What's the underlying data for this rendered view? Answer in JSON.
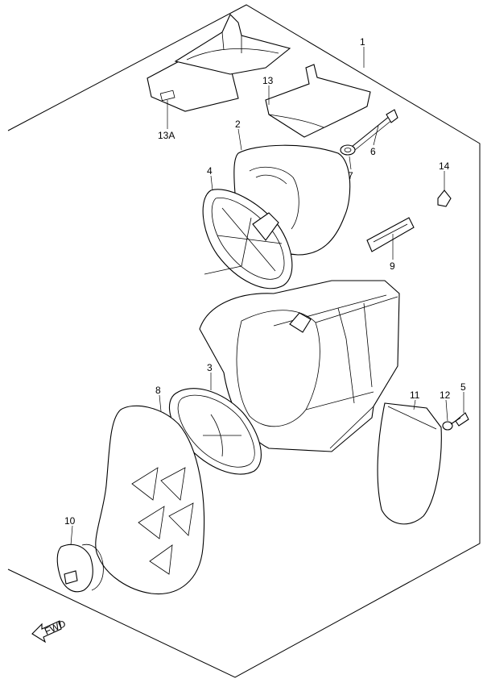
{
  "parts": [
    {
      "id": "label-13a",
      "text": "13A"
    },
    {
      "id": "label-1",
      "text": "1"
    },
    {
      "id": "label-13",
      "text": "13"
    },
    {
      "id": "label-2",
      "text": "2"
    },
    {
      "id": "label-6",
      "text": "6"
    },
    {
      "id": "label-7",
      "text": "7"
    },
    {
      "id": "label-14",
      "text": "14"
    },
    {
      "id": "label-4",
      "text": "4"
    },
    {
      "id": "label-9",
      "text": "9"
    },
    {
      "id": "label-3",
      "text": "3"
    },
    {
      "id": "label-8",
      "text": "8"
    },
    {
      "id": "label-11",
      "text": "11"
    },
    {
      "id": "label-12",
      "text": "12"
    },
    {
      "id": "label-5",
      "text": "5"
    },
    {
      "id": "label-10",
      "text": "10"
    }
  ],
  "fwd_label": "FWD"
}
